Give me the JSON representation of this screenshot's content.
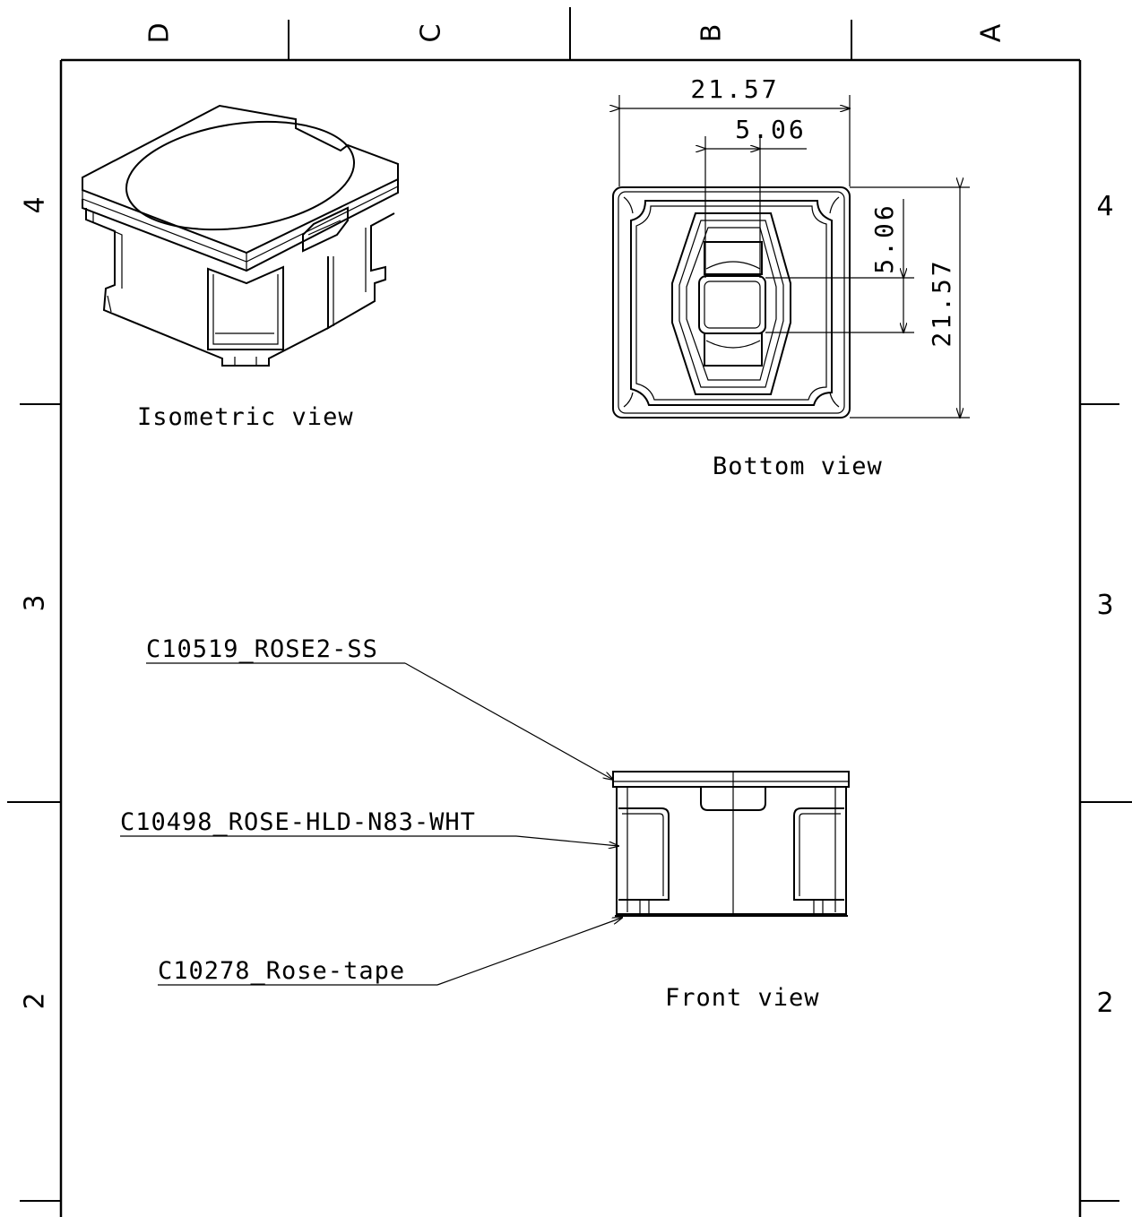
{
  "zones": {
    "columns": [
      "D",
      "C",
      "B",
      "A"
    ],
    "rows_left": [
      "4",
      "3",
      "2"
    ],
    "rows_right": [
      "4",
      "3",
      "2"
    ]
  },
  "views": {
    "isometric": "Isometric view",
    "bottom": "Bottom view",
    "front": "Front view"
  },
  "dimensions": {
    "width_outer": "21.57",
    "width_inner": "5.06",
    "height_inner": "5.06",
    "height_outer": "21.57"
  },
  "callouts": [
    {
      "part": "C10519_ROSE2-SS"
    },
    {
      "part": "C10498_ROSE-HLD-N83-WHT"
    },
    {
      "part": "C10278_Rose-tape"
    }
  ]
}
